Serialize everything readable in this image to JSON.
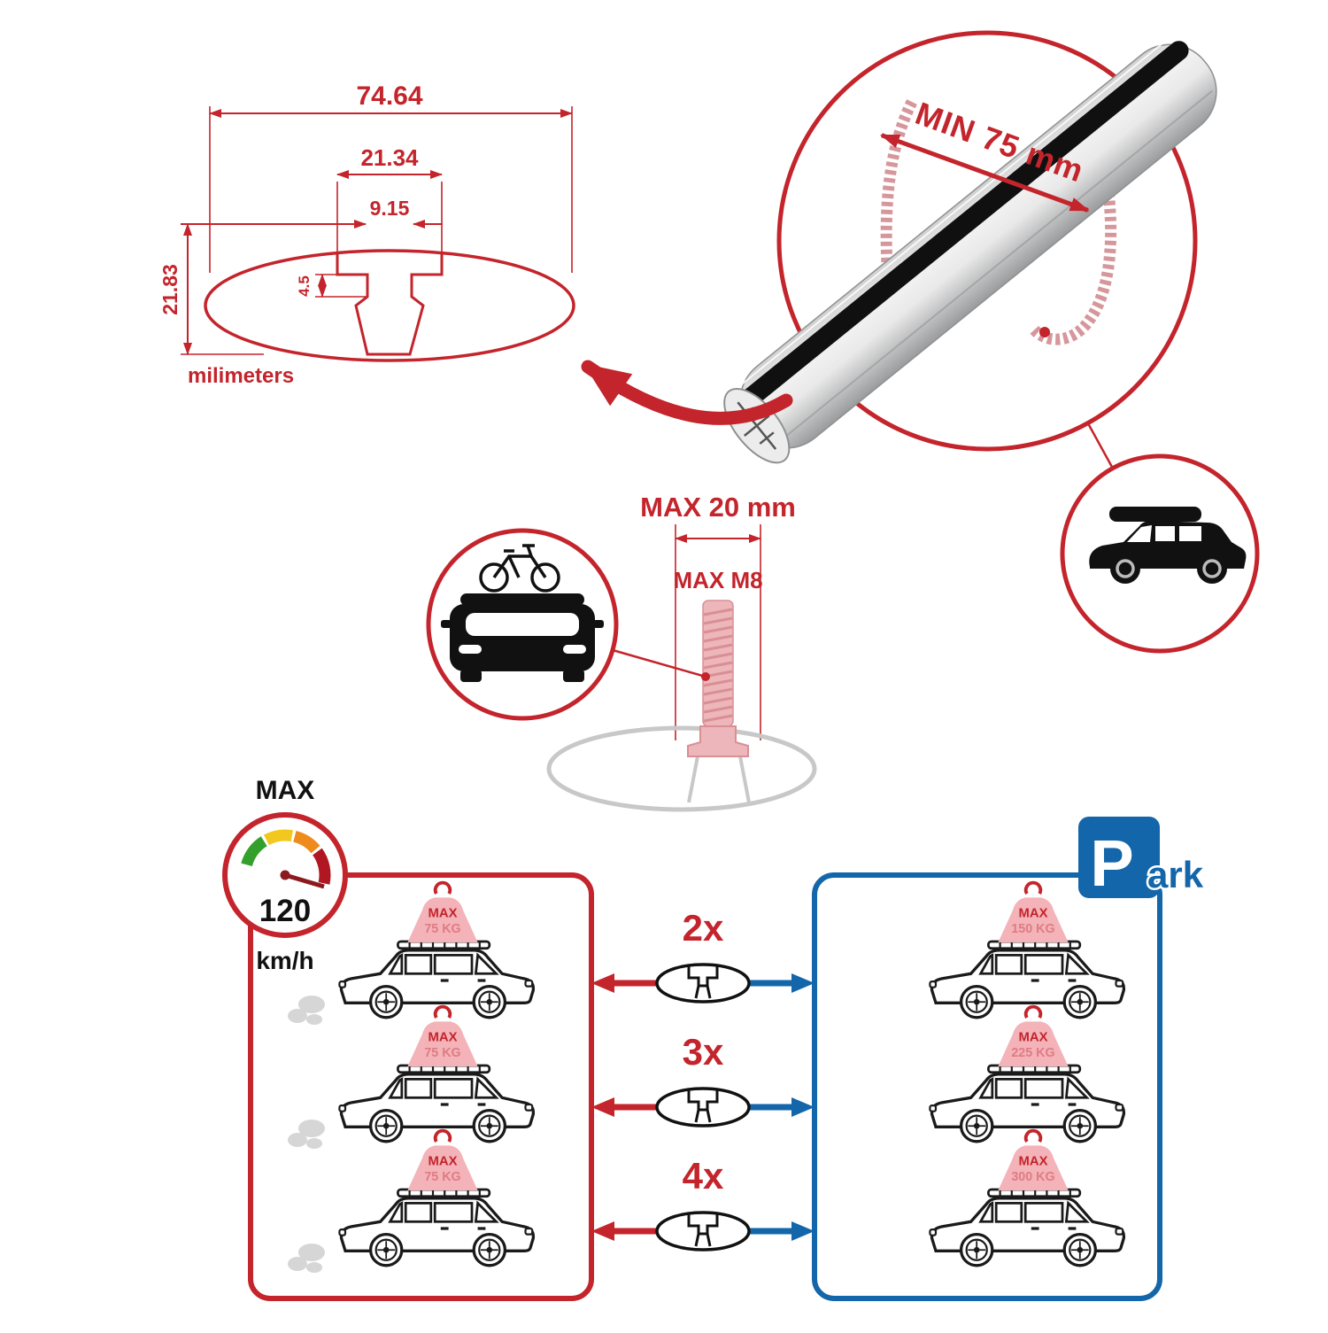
{
  "colors": {
    "red": "#c4242b",
    "blue": "#1366a9",
    "pink_sign": "#f3b3b8",
    "pink_text": "#e07b84",
    "ghost_gray": "#c8c8c8"
  },
  "dimension_diagram": {
    "width_total": "74.64",
    "slot_outer_width": "21.34",
    "slot_inner_width": "9.15",
    "slot_depth": "4.5",
    "profile_height": "21.83",
    "unit_label": "milimeters"
  },
  "bar_detail": {
    "min_span_label": "MIN 75 mm"
  },
  "bolt_diagram": {
    "max_width_label": "MAX 20 mm",
    "max_thread_label": "MAX M8"
  },
  "speed_limit": {
    "title": "MAX",
    "value": "120",
    "unit": "km/h"
  },
  "park_sign": {
    "letter": "P",
    "suffix": "ark"
  },
  "load_comparison": {
    "driving": [
      {
        "sign_title": "MAX",
        "sign_value": "75 KG"
      },
      {
        "sign_title": "MAX",
        "sign_value": "75 KG"
      },
      {
        "sign_title": "MAX",
        "sign_value": "75 KG"
      }
    ],
    "multipliers": [
      "2x",
      "3x",
      "4x"
    ],
    "parked": [
      {
        "sign_title": "MAX",
        "sign_value": "150 KG"
      },
      {
        "sign_title": "MAX",
        "sign_value": "225 KG"
      },
      {
        "sign_title": "MAX",
        "sign_value": "300 KG"
      }
    ]
  }
}
